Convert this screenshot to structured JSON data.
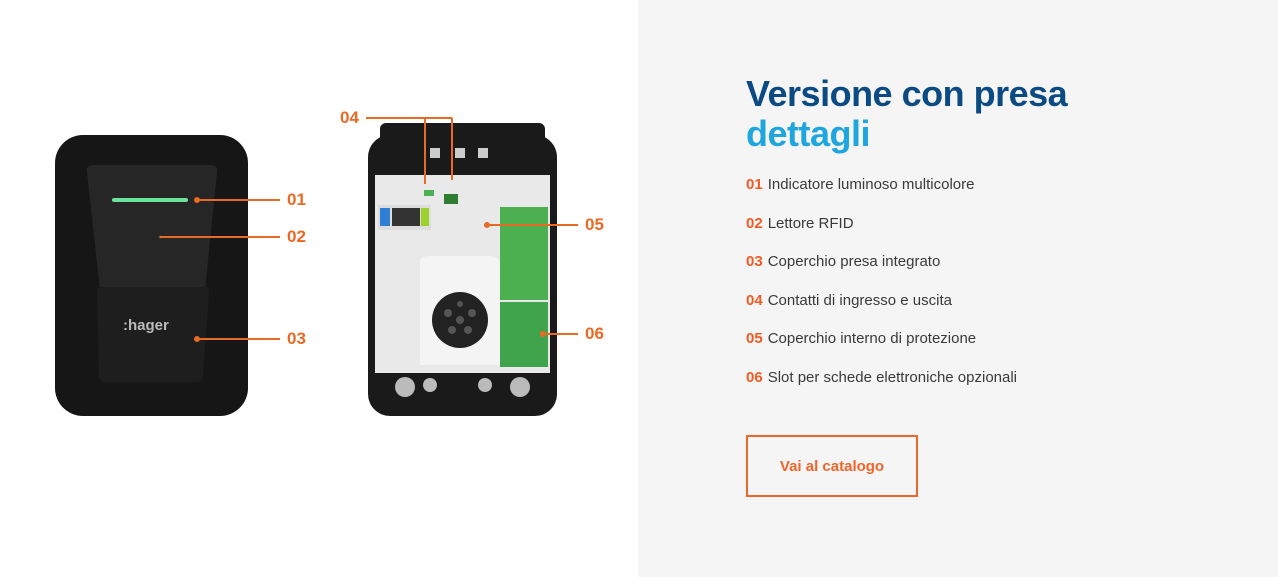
{
  "image": {
    "callouts": [
      "01",
      "02",
      "03",
      "04",
      "05",
      "06"
    ],
    "logo": ":hager"
  },
  "details": {
    "title_line1": "Versione con presa",
    "title_line2": "dettagli",
    "items": [
      {
        "num": "01",
        "label": "Indicatore luminoso multicolore"
      },
      {
        "num": "02",
        "label": "Lettore RFID"
      },
      {
        "num": "03",
        "label": "Coperchio presa integrato"
      },
      {
        "num": "04",
        "label": "Contatti di ingresso e uscita"
      },
      {
        "num": "05",
        "label": "Coperchio interno di protezione"
      },
      {
        "num": "06",
        "label": "Slot per schede elettroniche opzionali"
      }
    ],
    "button": "Vai al catalogo"
  },
  "colors": {
    "accent": "#f15a24",
    "title_dark": "#0b4a82",
    "title_light": "#1fa6df",
    "panel": "#f5f5f5"
  }
}
